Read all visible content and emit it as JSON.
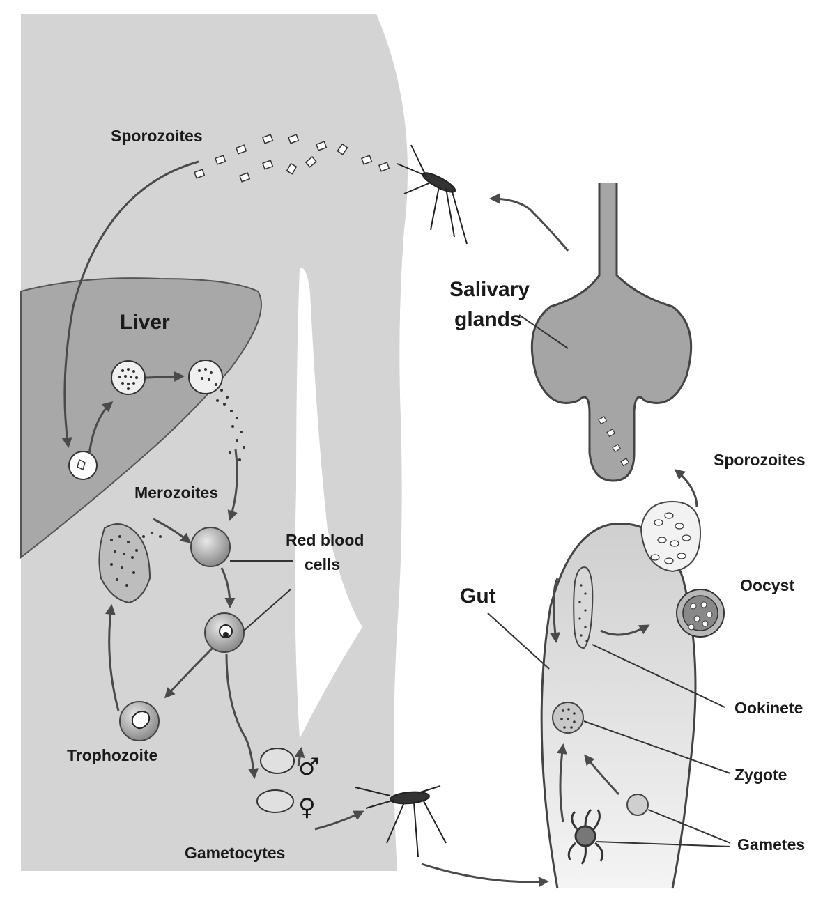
{
  "labels": {
    "sporozoites_host": "Sporozoites",
    "liver": "Liver",
    "merozoites": "Merozoites",
    "red_blood_cells_line1": "Red blood",
    "red_blood_cells_line2": "cells",
    "trophozoite": "Trophozoite",
    "gametocytes": "Gametocytes",
    "male_symbol": "♂",
    "female_symbol": "♀",
    "salivary_glands_line1": "Salivary",
    "salivary_glands_line2": "glands",
    "sporozoites_mosquito": "Sporozoites",
    "gut": "Gut",
    "oocyst": "Oocyst",
    "ookinete": "Ookinete",
    "zygote": "Zygote",
    "gametes": "Gametes"
  }
}
